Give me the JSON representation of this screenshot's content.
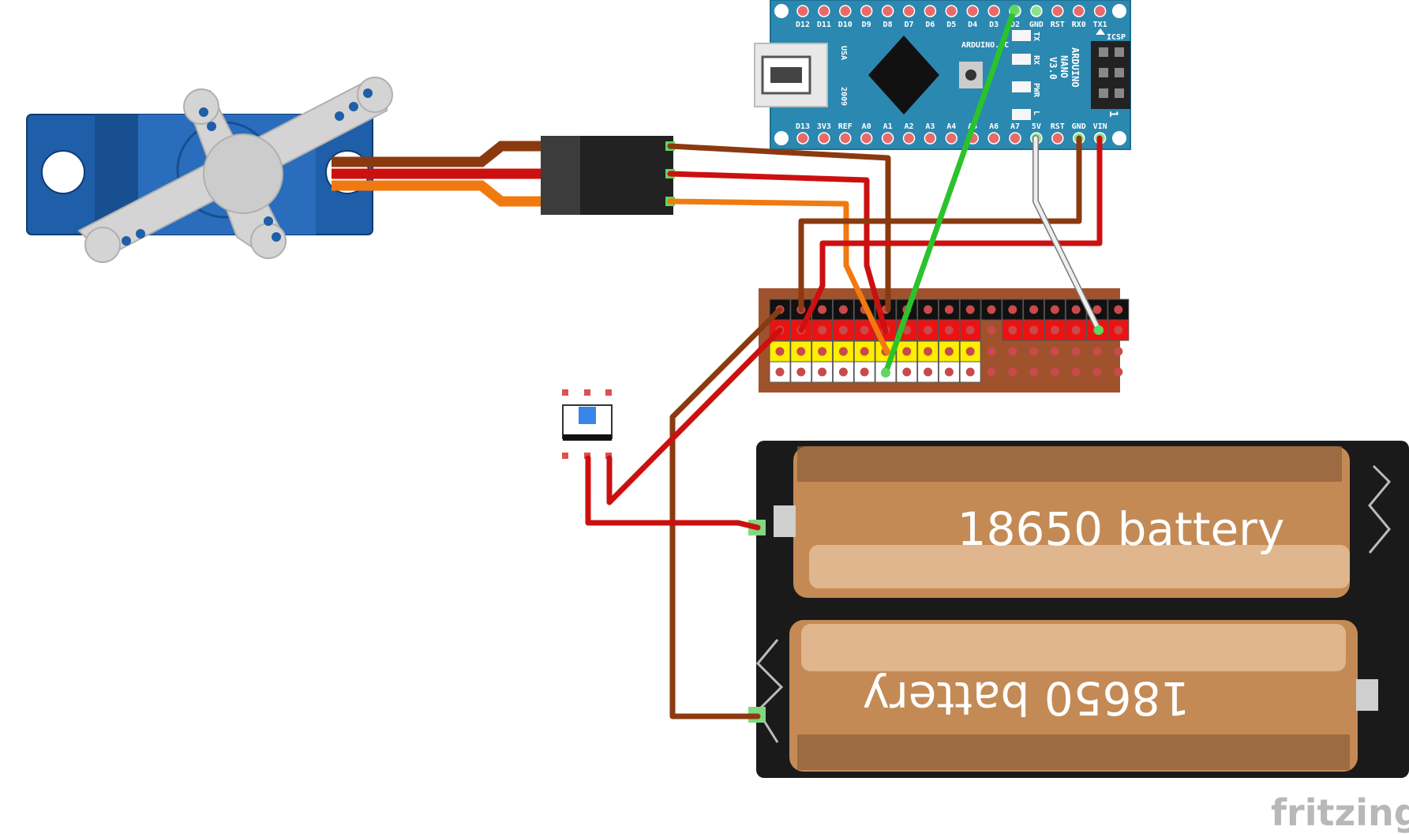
{
  "arduino": {
    "top_pins": [
      "D12",
      "D11",
      "D10",
      "D9",
      "D8",
      "D7",
      "D6",
      "D5",
      "D4",
      "D3",
      "D2",
      "GND",
      "RST",
      "RX0",
      "TX1"
    ],
    "bottom_pins": [
      "D13",
      "3V3",
      "REF",
      "A0",
      "A1",
      "A2",
      "A3",
      "A4",
      "A5",
      "A6",
      "A7",
      "5V",
      "RST",
      "GND",
      "VIN"
    ],
    "board_name": [
      "ARDUINO",
      "NANO",
      "V3.0"
    ],
    "arduino_cc": "ARDUINO.CC",
    "usa": "USA",
    "year": "2009",
    "leds": [
      "TX",
      "RX",
      "PWR",
      "L"
    ],
    "icsp": "ICSP",
    "icsp_pin1": "1"
  },
  "batteries": {
    "top_label": "18650 battery",
    "bottom_label": "18650 battery"
  },
  "brand": "fritzing",
  "colors": {
    "arduino_board": "#2b88b0",
    "servo_body": "#1f5ea8",
    "wire_brown": "#8b3a10",
    "wire_red": "#cc1010",
    "wire_orange": "#f07a10",
    "wire_green": "#2cc22c",
    "wire_white": "#eeeeee",
    "perfboard": "#a0522d",
    "battery_cell": "#c48a55",
    "battery_holder": "#1a1a1a"
  }
}
